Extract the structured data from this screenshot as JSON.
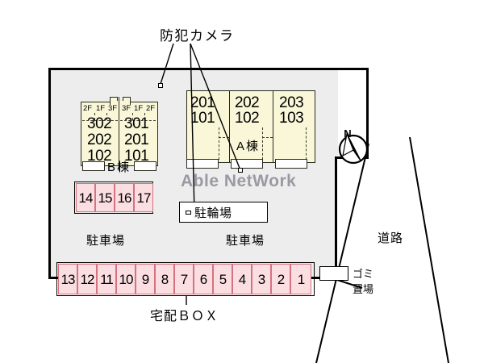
{
  "annotations": {
    "security_camera": "防犯カメラ",
    "road": "道路",
    "trash_area": "ゴミ置場",
    "trash_area_line1": "ゴミ",
    "trash_area_line2": "置場",
    "delivery_box": "宅配ＢＯＸ",
    "bicycle_parking": "駐輪場",
    "parking_left": "駐車場",
    "parking_right": "駐車場",
    "compass_north": "N"
  },
  "watermark": {
    "text": "Able NetWork",
    "color": "#9a9aa2"
  },
  "colors": {
    "site_background": "#ededed",
    "building_fill": "#f9f7d8",
    "building_stroke": "#2a2a20",
    "stall_fill": "#fbdee2",
    "stall_stroke": "#d4737f",
    "outline": "#000000"
  },
  "buildings": [
    {
      "name": "B棟",
      "id": "building-b",
      "units": [
        {
          "side": "left",
          "floor_labels": [
            "2F",
            "1F",
            "3F"
          ],
          "rooms": [
            "302",
            "202",
            "102"
          ]
        },
        {
          "side": "right",
          "floor_labels": [
            "3F",
            "1F",
            "2F"
          ],
          "rooms": [
            "301",
            "201",
            "101"
          ]
        }
      ]
    },
    {
      "name": "A棟",
      "id": "building-a",
      "units": [
        {
          "rooms": [
            "201",
            "101"
          ]
        },
        {
          "rooms": [
            "202",
            "102"
          ]
        },
        {
          "rooms": [
            "203",
            "103"
          ]
        }
      ]
    }
  ],
  "parking": {
    "upper_row": {
      "label": "駐車場",
      "stalls": [
        "14",
        "15",
        "16",
        "17"
      ]
    },
    "lower_row": {
      "label": "駐車場",
      "stalls": [
        "13",
        "12",
        "11",
        "10",
        "9",
        "8",
        "7",
        "6",
        "5",
        "4",
        "3",
        "2",
        "1"
      ]
    }
  }
}
